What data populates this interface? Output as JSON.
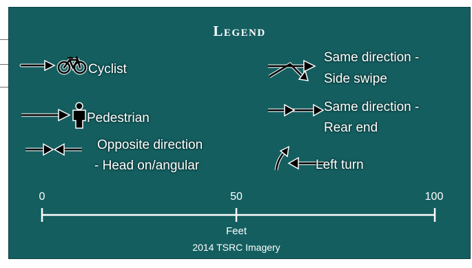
{
  "legend": {
    "title": "Legend",
    "items": {
      "cyclist": "Cyclist",
      "pedestrian": "Pedestrian",
      "opposite_1": "Opposite direction",
      "opposite_2": "- Head on/angular",
      "sideswipe_1": "Same direction -",
      "sideswipe_2": "Side swipe",
      "rearend_1": "Same direction -",
      "rearend_2": "Rear end",
      "left_turn": "Left turn"
    }
  },
  "scale_bar": {
    "ticks": [
      "0",
      "50",
      "100"
    ],
    "unit": "Feet",
    "source": "2014 TSRC Imagery"
  },
  "colors": {
    "panel": "#145e60",
    "symbol": "#000000",
    "text": "#ffffff"
  }
}
